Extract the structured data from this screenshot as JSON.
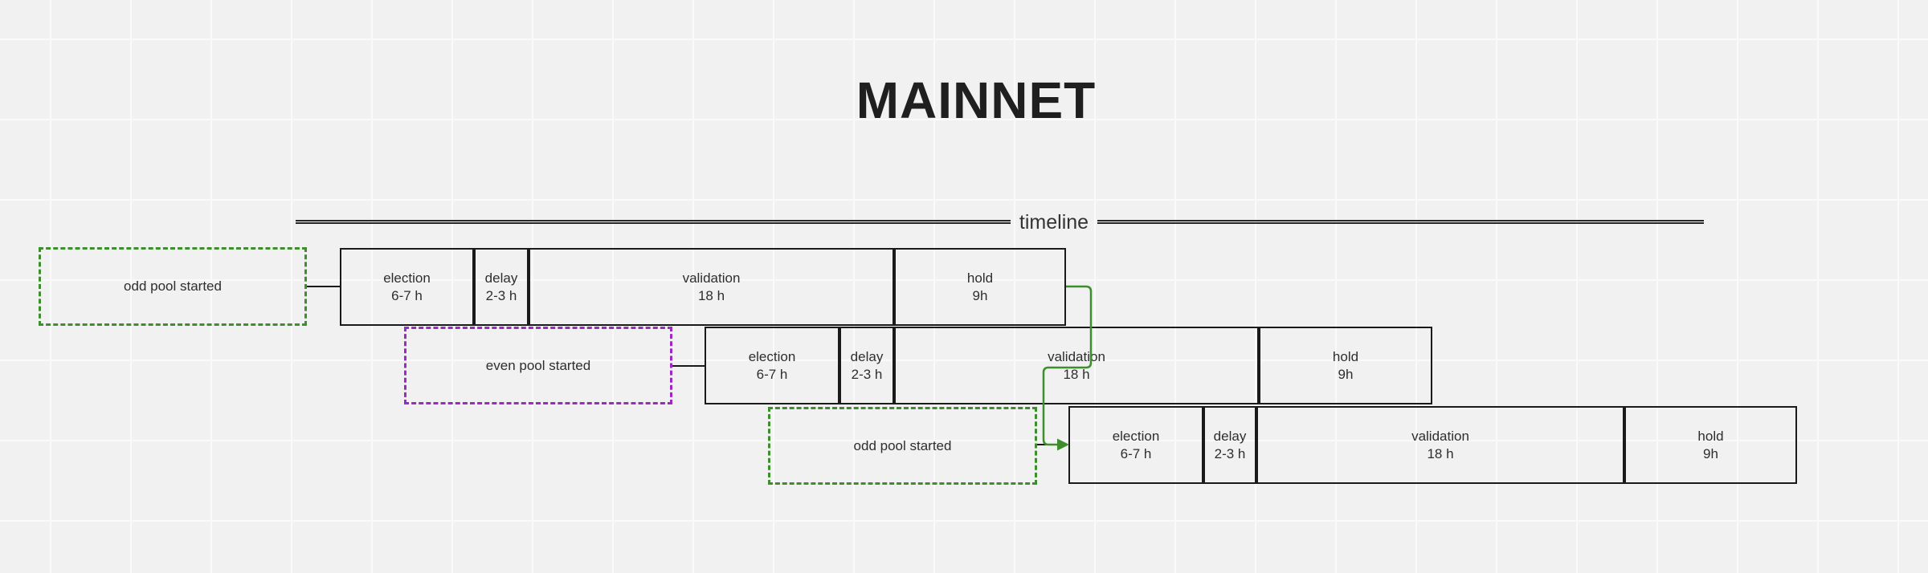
{
  "title": "MAINNET",
  "timeline_label": "timeline",
  "colors": {
    "bg": "#f1f1f1",
    "grid": "#fafafa",
    "ink": "#1a1a1a",
    "text": "#2e2e2e",
    "green": "#3e8e2d",
    "purple": "#9c2ac0"
  },
  "rows": [
    {
      "start_label": "odd pool started",
      "phases": [
        {
          "name": "election",
          "duration": "6-7 h"
        },
        {
          "name": "delay",
          "duration": "2-3 h"
        },
        {
          "name": "validation",
          "duration": "18 h"
        },
        {
          "name": "hold",
          "duration": "9h"
        }
      ]
    },
    {
      "start_label": "even pool started",
      "phases": [
        {
          "name": "election",
          "duration": "6-7 h"
        },
        {
          "name": "delay",
          "duration": "2-3 h"
        },
        {
          "name": "validation",
          "duration": "18 h"
        },
        {
          "name": "hold",
          "duration": "9h"
        }
      ]
    },
    {
      "start_label": "odd pool started",
      "phases": [
        {
          "name": "election",
          "duration": "6-7 h"
        },
        {
          "name": "delay",
          "duration": "2-3 h"
        },
        {
          "name": "validation",
          "duration": "18 h"
        },
        {
          "name": "hold",
          "duration": "9h"
        }
      ]
    }
  ]
}
